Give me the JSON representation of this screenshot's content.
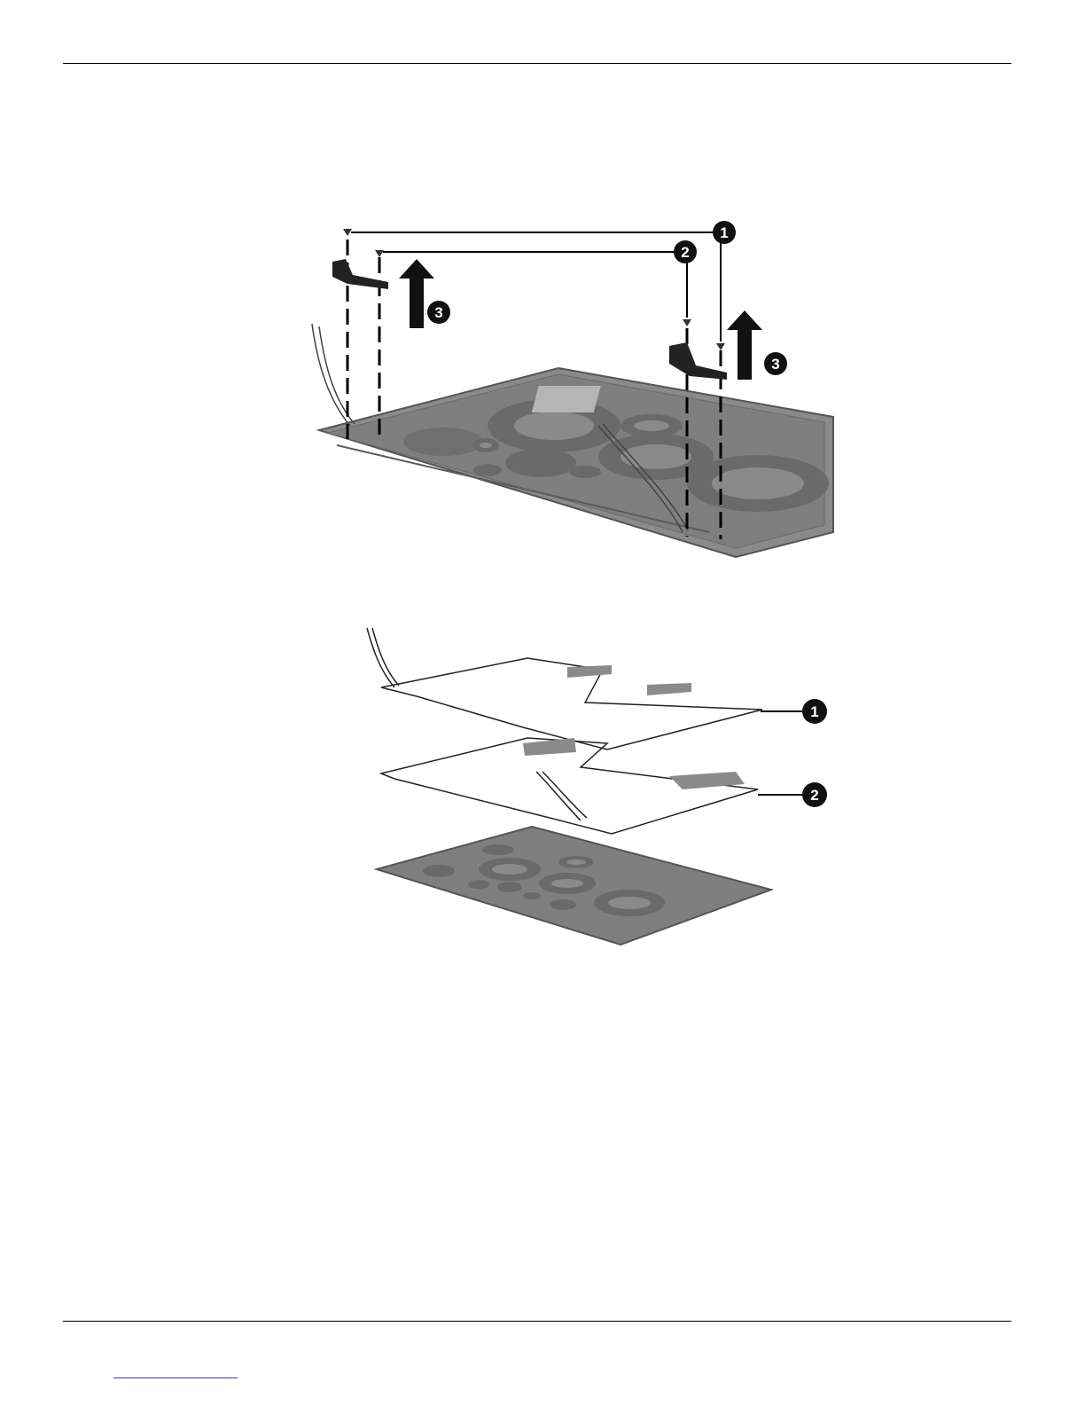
{
  "figure_top": {
    "callouts": [
      {
        "id": "1",
        "label": "1"
      },
      {
        "id": "2",
        "label": "2"
      },
      {
        "id": "3a",
        "label": "3"
      },
      {
        "id": "3b",
        "label": "3"
      }
    ]
  },
  "figure_bottom": {
    "callouts": [
      {
        "id": "1",
        "label": "1"
      },
      {
        "id": "2",
        "label": "2"
      }
    ]
  },
  "colors": {
    "panel": "#8a8a8a",
    "panel_dark": "#6e6e6e",
    "circle": "#7a7a7a",
    "rule": "#000000",
    "link": "#3333cc"
  },
  "icons": [
    "screw-icon",
    "hinge-cover-icon",
    "arrow-up-icon",
    "antenna-cable-icon"
  ]
}
